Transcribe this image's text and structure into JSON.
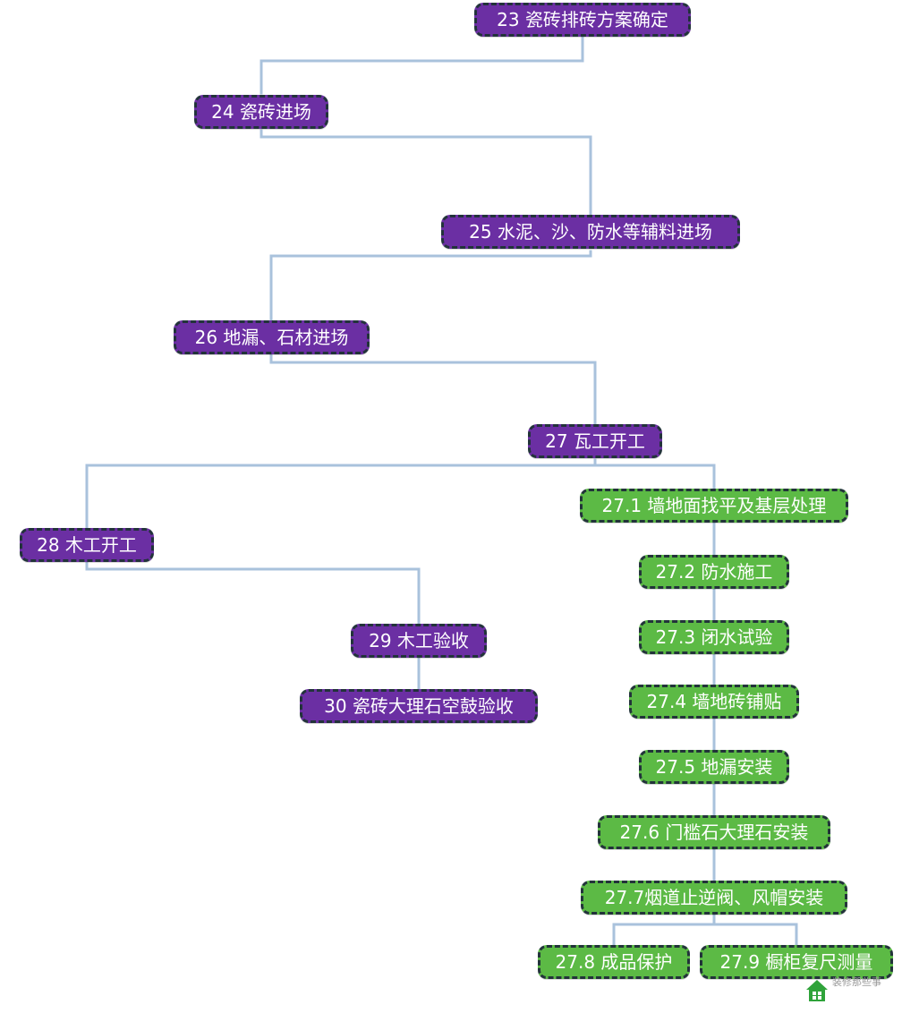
{
  "diagram": {
    "nodes": [
      {
        "id": "n23",
        "label": "23 瓷砖排砖方案确定",
        "color": "purple"
      },
      {
        "id": "n24",
        "label": "24 瓷砖进场",
        "color": "purple"
      },
      {
        "id": "n25",
        "label": "25 水泥、沙、防水等辅料进场",
        "color": "purple"
      },
      {
        "id": "n26",
        "label": "26 地漏、石材进场",
        "color": "purple"
      },
      {
        "id": "n27",
        "label": "27 瓦工开工",
        "color": "purple"
      },
      {
        "id": "n28",
        "label": "28 木工开工",
        "color": "purple"
      },
      {
        "id": "n29",
        "label": "29 木工验收",
        "color": "purple"
      },
      {
        "id": "n30",
        "label": "30 瓷砖大理石空鼓验收",
        "color": "purple"
      },
      {
        "id": "n271",
        "label": "27.1 墙地面找平及基层处理",
        "color": "green"
      },
      {
        "id": "n272",
        "label": "27.2 防水施工",
        "color": "green"
      },
      {
        "id": "n273",
        "label": "27.3 闭水试验",
        "color": "green"
      },
      {
        "id": "n274",
        "label": "27.4 墙地砖铺贴",
        "color": "green"
      },
      {
        "id": "n275",
        "label": "27.5 地漏安装",
        "color": "green"
      },
      {
        "id": "n276",
        "label": "27.6 门槛石大理石安装",
        "color": "green"
      },
      {
        "id": "n277",
        "label": "27.7烟道止逆阀、风帽安装",
        "color": "green"
      },
      {
        "id": "n278",
        "label": "27.8 成品保护",
        "color": "green"
      },
      {
        "id": "n279",
        "label": "27.9 橱柜复尺测量",
        "color": "green"
      }
    ],
    "edges": [
      [
        "n23",
        "n24"
      ],
      [
        "n24",
        "n25"
      ],
      [
        "n25",
        "n26"
      ],
      [
        "n26",
        "n27"
      ],
      [
        "n27",
        "n28"
      ],
      [
        "n27",
        "n271"
      ],
      [
        "n28",
        "n29"
      ],
      [
        "n29",
        "n30"
      ],
      [
        "n271",
        "n272"
      ],
      [
        "n272",
        "n273"
      ],
      [
        "n273",
        "n274"
      ],
      [
        "n274",
        "n275"
      ],
      [
        "n275",
        "n276"
      ],
      [
        "n276",
        "n277"
      ],
      [
        "n277",
        "n278"
      ],
      [
        "n277",
        "n279"
      ]
    ],
    "colors": {
      "purple": "#6b2fa3",
      "green": "#5cba45",
      "border": "#22333a",
      "connector": "#a9c2dc"
    }
  },
  "watermark": {
    "icon": "house-icon",
    "text": "装修那些事"
  }
}
